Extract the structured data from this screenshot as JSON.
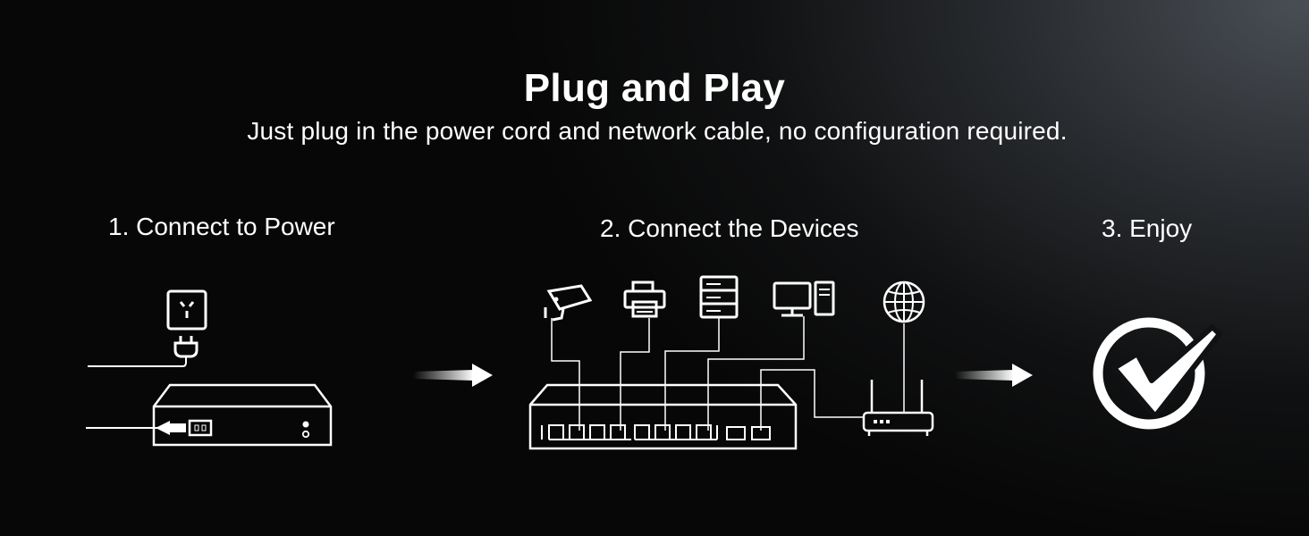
{
  "header": {
    "title": "Plug and Play",
    "subtitle": "Just plug in the power cord and network cable, no configuration required."
  },
  "steps": [
    {
      "label": "1. Connect to Power"
    },
    {
      "label": "2. Connect the Devices"
    },
    {
      "label": "3. Enjoy"
    }
  ],
  "icons": {
    "outlet": "wall-outlet-icon",
    "plug": "power-plug-icon",
    "switch_power": "network-switch-rear-icon",
    "camera": "security-camera-icon",
    "printer": "printer-icon",
    "server": "server-icon",
    "computer": "desktop-computer-icon",
    "globe": "globe-icon",
    "router": "router-icon",
    "switch": "network-switch-icon",
    "check": "checkmark-circle-icon",
    "arrow": "right-arrow-icon"
  },
  "colors": {
    "background_dark": "#070707",
    "background_light": "#4a4f55",
    "foreground": "#ffffff"
  }
}
